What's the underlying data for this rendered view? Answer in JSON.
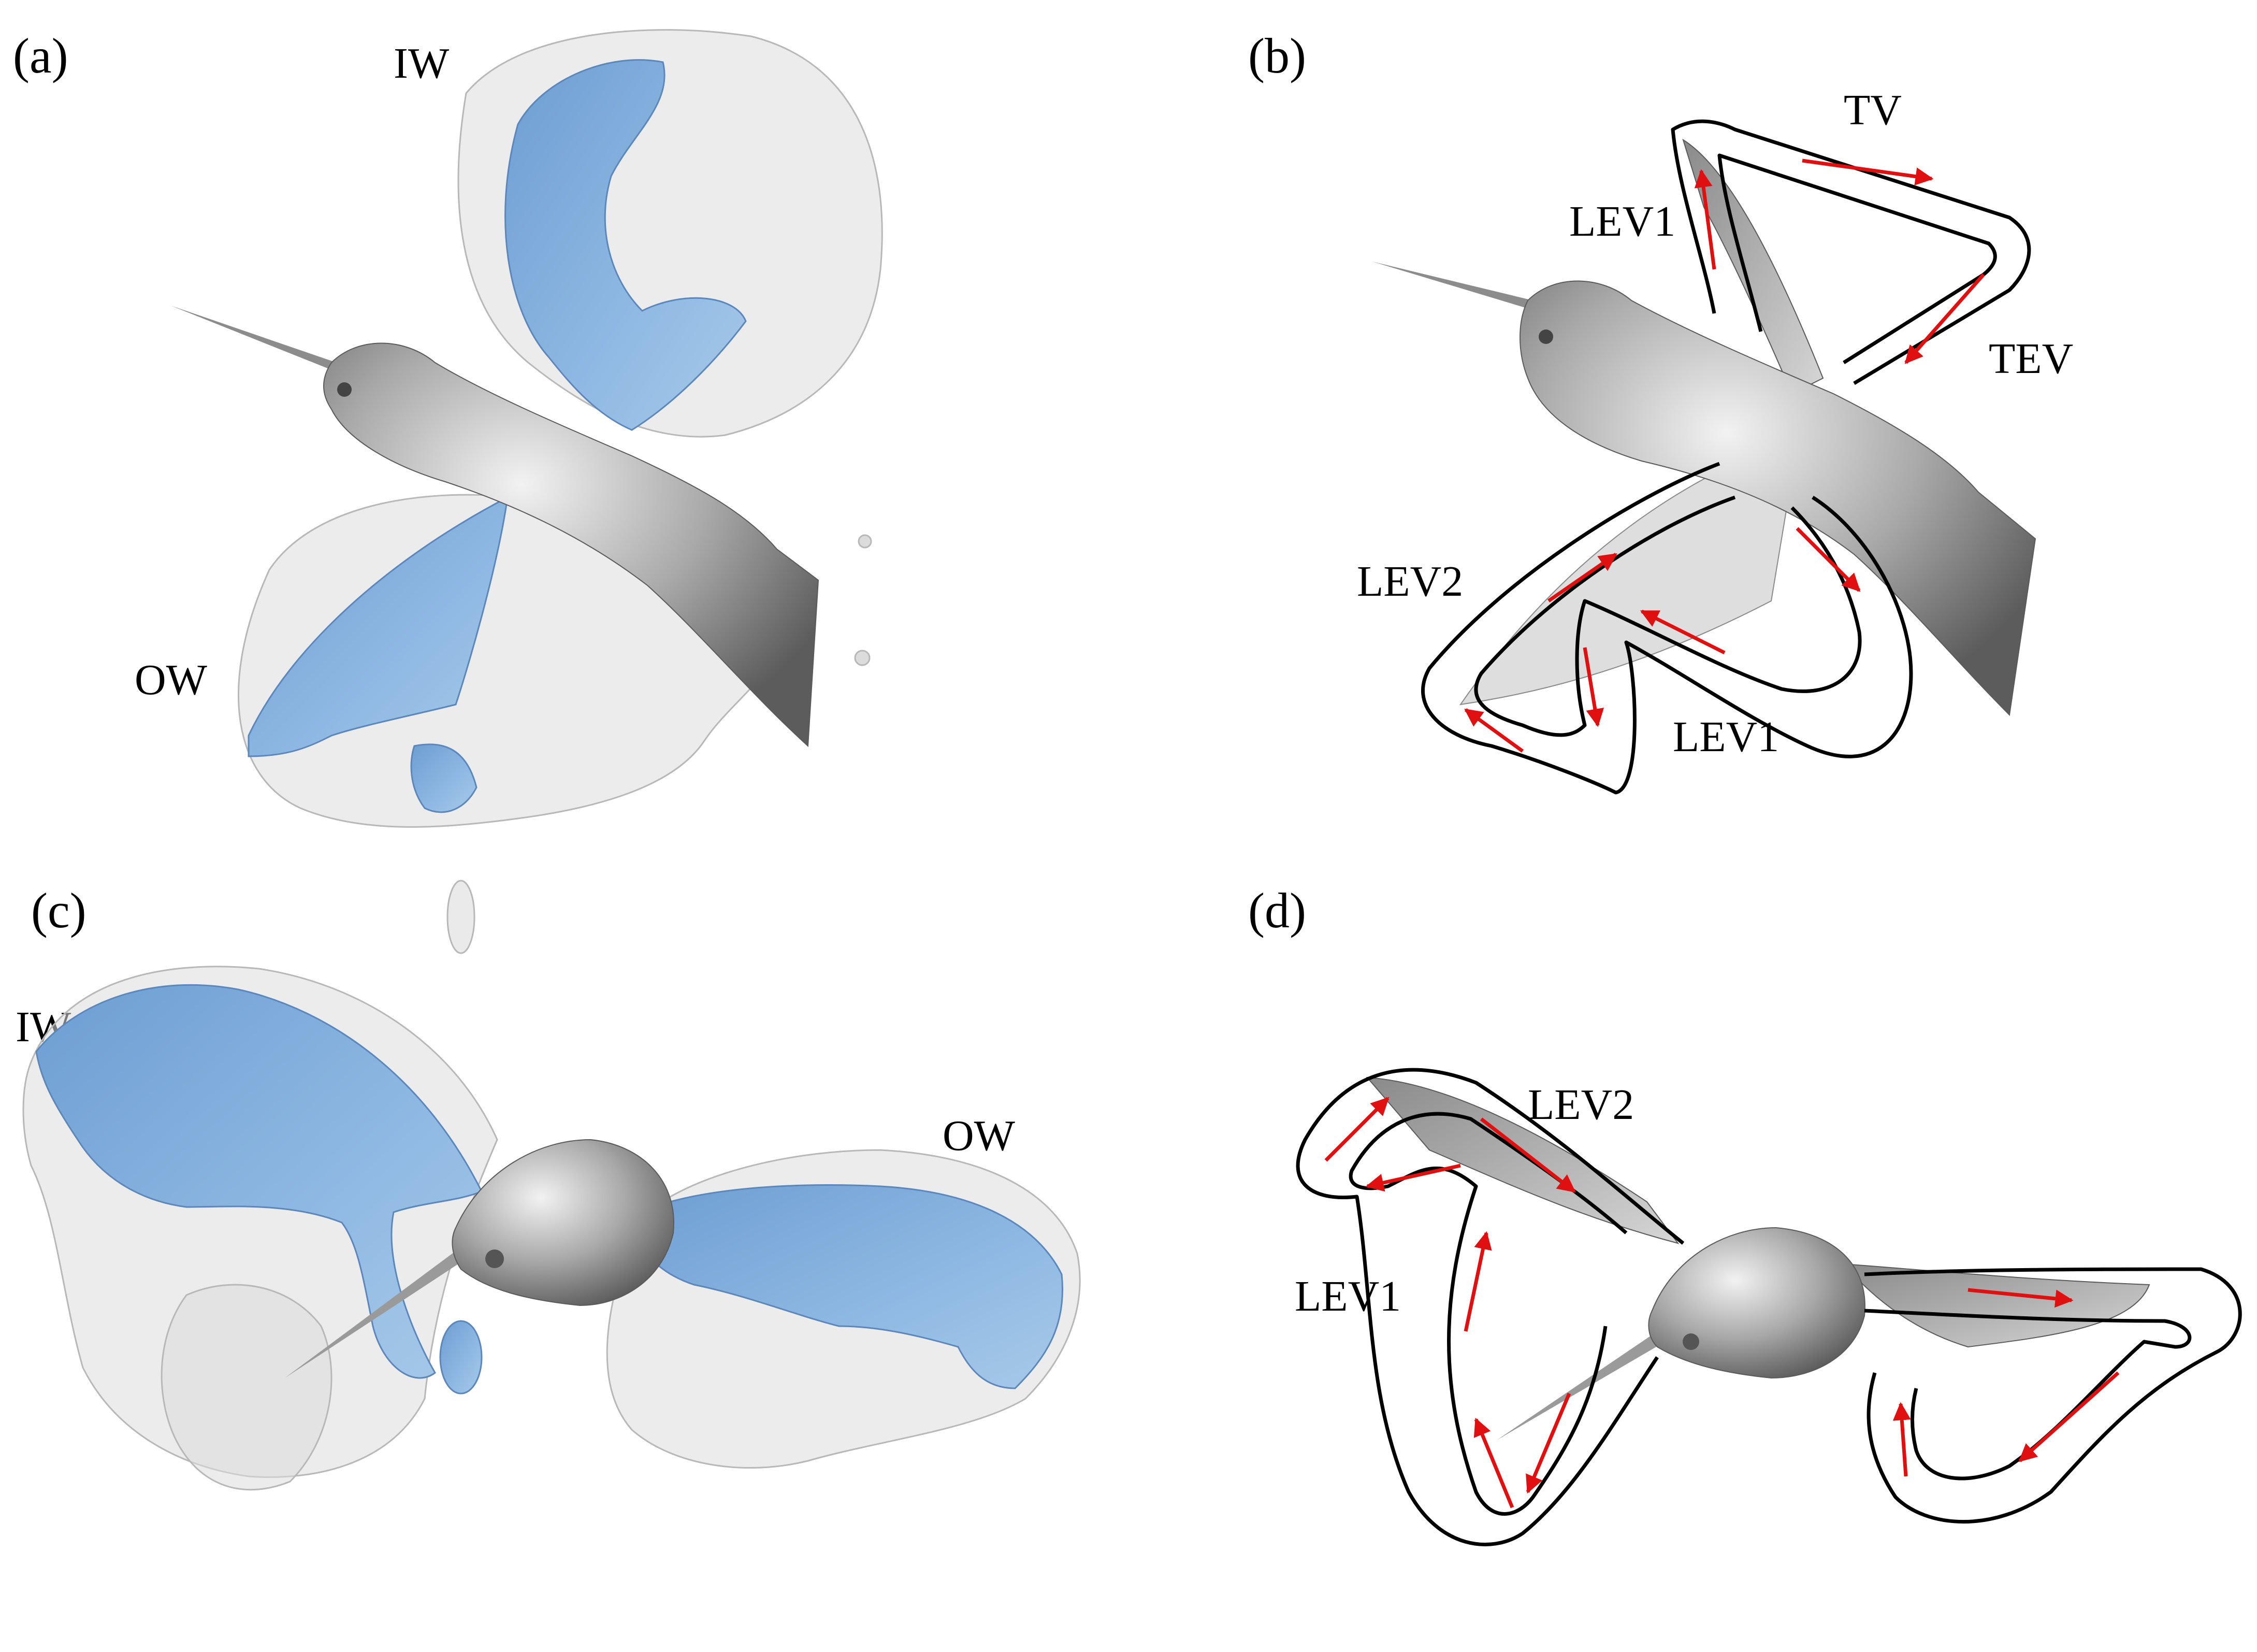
{
  "panels": [
    {
      "id": "a",
      "label": "(a)",
      "annotations": [
        "IW",
        "OW"
      ]
    },
    {
      "id": "b",
      "label": "(b)",
      "annotations": [
        "TV",
        "LEV1",
        "TEV",
        "LEV2",
        "LEV1"
      ]
    },
    {
      "id": "c",
      "label": "(c)",
      "annotations": [
        "IW",
        "OW"
      ]
    },
    {
      "id": "d",
      "label": "(d)",
      "annotations": [
        "LEV2",
        "LEV1"
      ]
    }
  ],
  "colors": {
    "vortex_core": "#7aa7d6",
    "vortex_envelope": "#d9d9d9",
    "bird_body": "#9a9a9a",
    "loop_outline": "#000000",
    "circulation_arrow": "#e01010"
  }
}
